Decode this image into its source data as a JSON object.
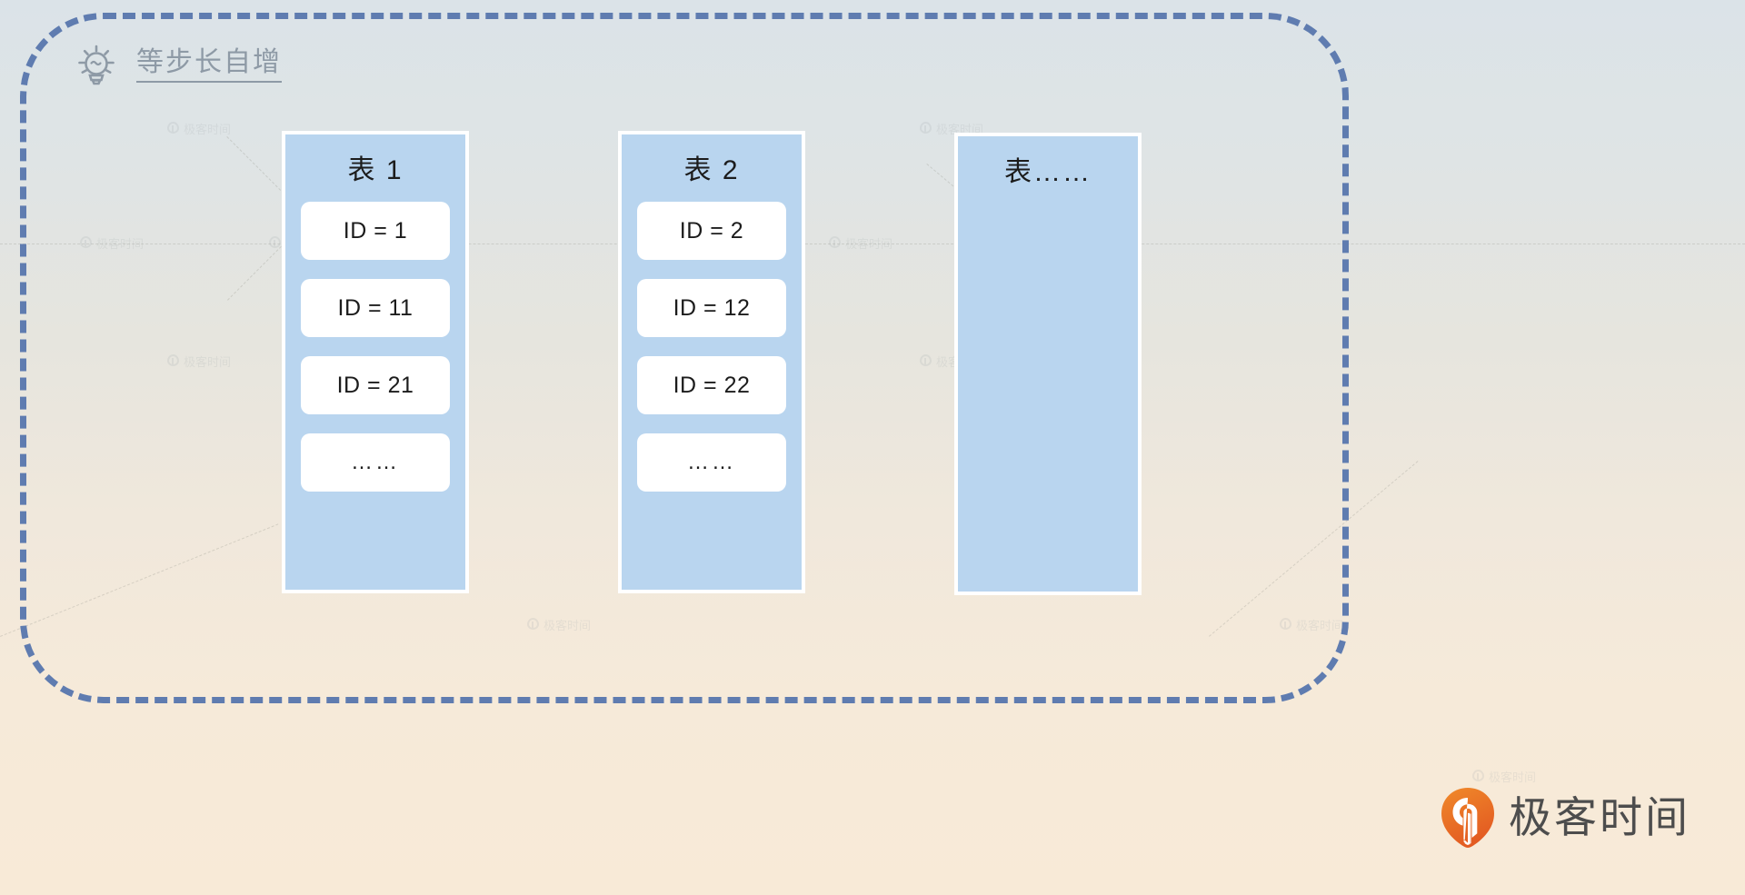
{
  "page": {
    "title": "等步长自增",
    "title_icon": "lightbulb-icon",
    "frame_style": "dashed-rounded-rectangle",
    "colors": {
      "frame_border": "#5f7cb0",
      "card_fill": "#b9d5ef",
      "card_border": "#ffffff",
      "id_box_fill": "#ffffff",
      "title_text": "#8e9aa6",
      "body_text": "#1c1c1c",
      "logo_accent": "#ef7e28",
      "bg_top": "#dbe3e8",
      "bg_bottom": "#f8ead7"
    }
  },
  "tables": [
    {
      "title": "表 1",
      "rows": [
        {
          "label": "ID = 1"
        },
        {
          "label": "ID = 11"
        },
        {
          "label": "ID = 21"
        },
        {
          "label": "……"
        }
      ]
    },
    {
      "title": "表 2",
      "rows": [
        {
          "label": "ID = 2"
        },
        {
          "label": "ID = 12"
        },
        {
          "label": "ID = 22"
        },
        {
          "label": "……"
        }
      ]
    },
    {
      "title": "表……",
      "rows": []
    }
  ],
  "watermark": {
    "text": "极客时间"
  },
  "logo": {
    "text": "极客时间",
    "mark": "geektime-pin-logo"
  }
}
